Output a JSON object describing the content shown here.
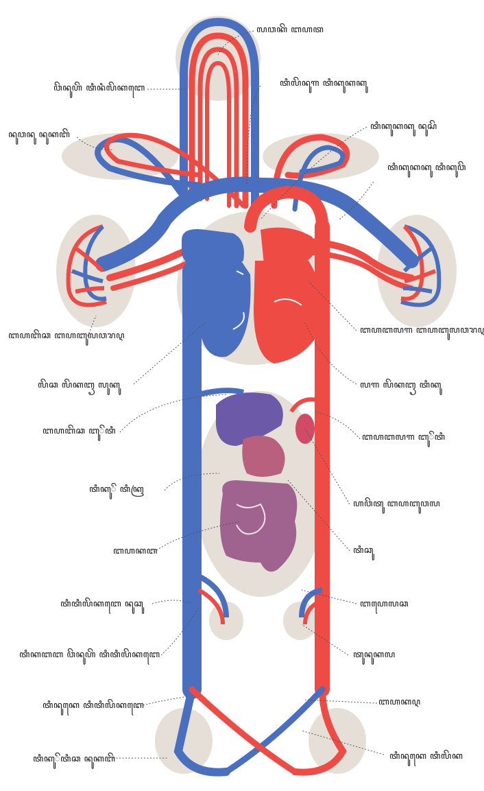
{
  "diagram": {
    "colors": {
      "vein": "#4a6fbf",
      "artery": "#ee4b45",
      "organ_shadow": "#e6dfd7",
      "mixed": "#7e5a9e",
      "gut": "#a0638f"
    },
    "labels": [
      {
        "id": "head-capillaries",
        "text": "ꦭꦮꦏꦼ ꦧꦲꦠ"
      },
      {
        "id": "jugular-vein",
        "text": "ꦮꦼꦤꦸꦲꦼ ꦠꦶꦤꦶꦭꦼꦏꦧꦺ"
      },
      {
        "id": "carotid-artery",
        "text": "ꦠꦶꦭꦼꦤꦸꦒ ꦠꦶꦏꦸꦏꦏꦸ"
      },
      {
        "id": "arm-veins",
        "text": "ꦤꦸꦮꦤꦸ ꦤꦸꦏꦧꦼ"
      },
      {
        "id": "aortic-arch",
        "text": "ꦠꦶꦏꦸꦏꦏꦸ ꦤꦸꦱꦼ"
      },
      {
        "id": "pulmonary-artery",
        "text": "ꦠꦶꦏꦸꦏꦏꦸ ꦠꦶꦏꦸꦮꦼ"
      },
      {
        "id": "right-lung-capillaries",
        "text": "ꦧꦲꦧꦼꦕ ꦧꦲꦧꦸꦭꦮꦫꦉ"
      },
      {
        "id": "left-lung-capillaries",
        "text": "ꦧꦲꦧꦭꦒ ꦧꦲꦧꦸꦭꦮꦫꦉ"
      },
      {
        "id": "right-heart",
        "text": "ꦭꦼꦕ ꦭꦼꦏꦧꦽ ꦭꦸꦏꦸ"
      },
      {
        "id": "left-heart",
        "text": "ꦭꦒ ꦭꦼꦏꦧꦽ ꦠꦶꦏꦸ"
      },
      {
        "id": "hepatic-vein",
        "text": "ꦧꦲꦧꦼꦕ ꦧꦸꦼꦠꦶ"
      },
      {
        "id": "hepatic-artery",
        "text": "ꦧꦲꦧꦭꦒ ꦧꦸꦼꦠꦶ"
      },
      {
        "id": "portal-vein",
        "text": "ꦠꦶꦏꦸꦼ ꦠꦶꦏꦿ"
      },
      {
        "id": "spleen-stomach",
        "text": "ꦲꦮꦼꦠꦸ ꦧꦲꦧꦸꦮꦭ"
      },
      {
        "id": "liver",
        "text": "ꦧꦲꦏꦧ"
      },
      {
        "id": "stomach",
        "text": "ꦠꦶꦕꦸ"
      },
      {
        "id": "inferior-vena-cava",
        "text": "ꦠꦶꦠꦶꦭꦼꦏꦧꦺ ꦤꦸꦕꦸ"
      },
      {
        "id": "kidney",
        "text": "ꦧꦲꦺꦭꦕ"
      },
      {
        "id": "renal-vein",
        "text": "ꦠꦶꦏꦧꦧ ꦮꦼꦤꦸꦲꦼ ꦠꦶꦠꦶꦭꦼꦏꦧꦺ"
      },
      {
        "id": "renal-artery",
        "text": "ꦠꦸꦤꦸꦏꦭ"
      },
      {
        "id": "iliac-vein",
        "text": "ꦠꦶꦤꦸꦏꦺ ꦠꦶꦠꦶꦭꦼꦏꦧꦺ"
      },
      {
        "id": "aorta",
        "text": "ꦧꦲꦏꦉ"
      },
      {
        "id": "leg-veins",
        "text": "ꦠꦶꦏꦸꦼꦠꦶꦕ ꦤꦸꦏꦧꦼ"
      },
      {
        "id": "iliac-artery",
        "text": "ꦠꦶꦤꦸꦏꦺ ꦠꦶꦭꦼꦏ"
      }
    ]
  }
}
